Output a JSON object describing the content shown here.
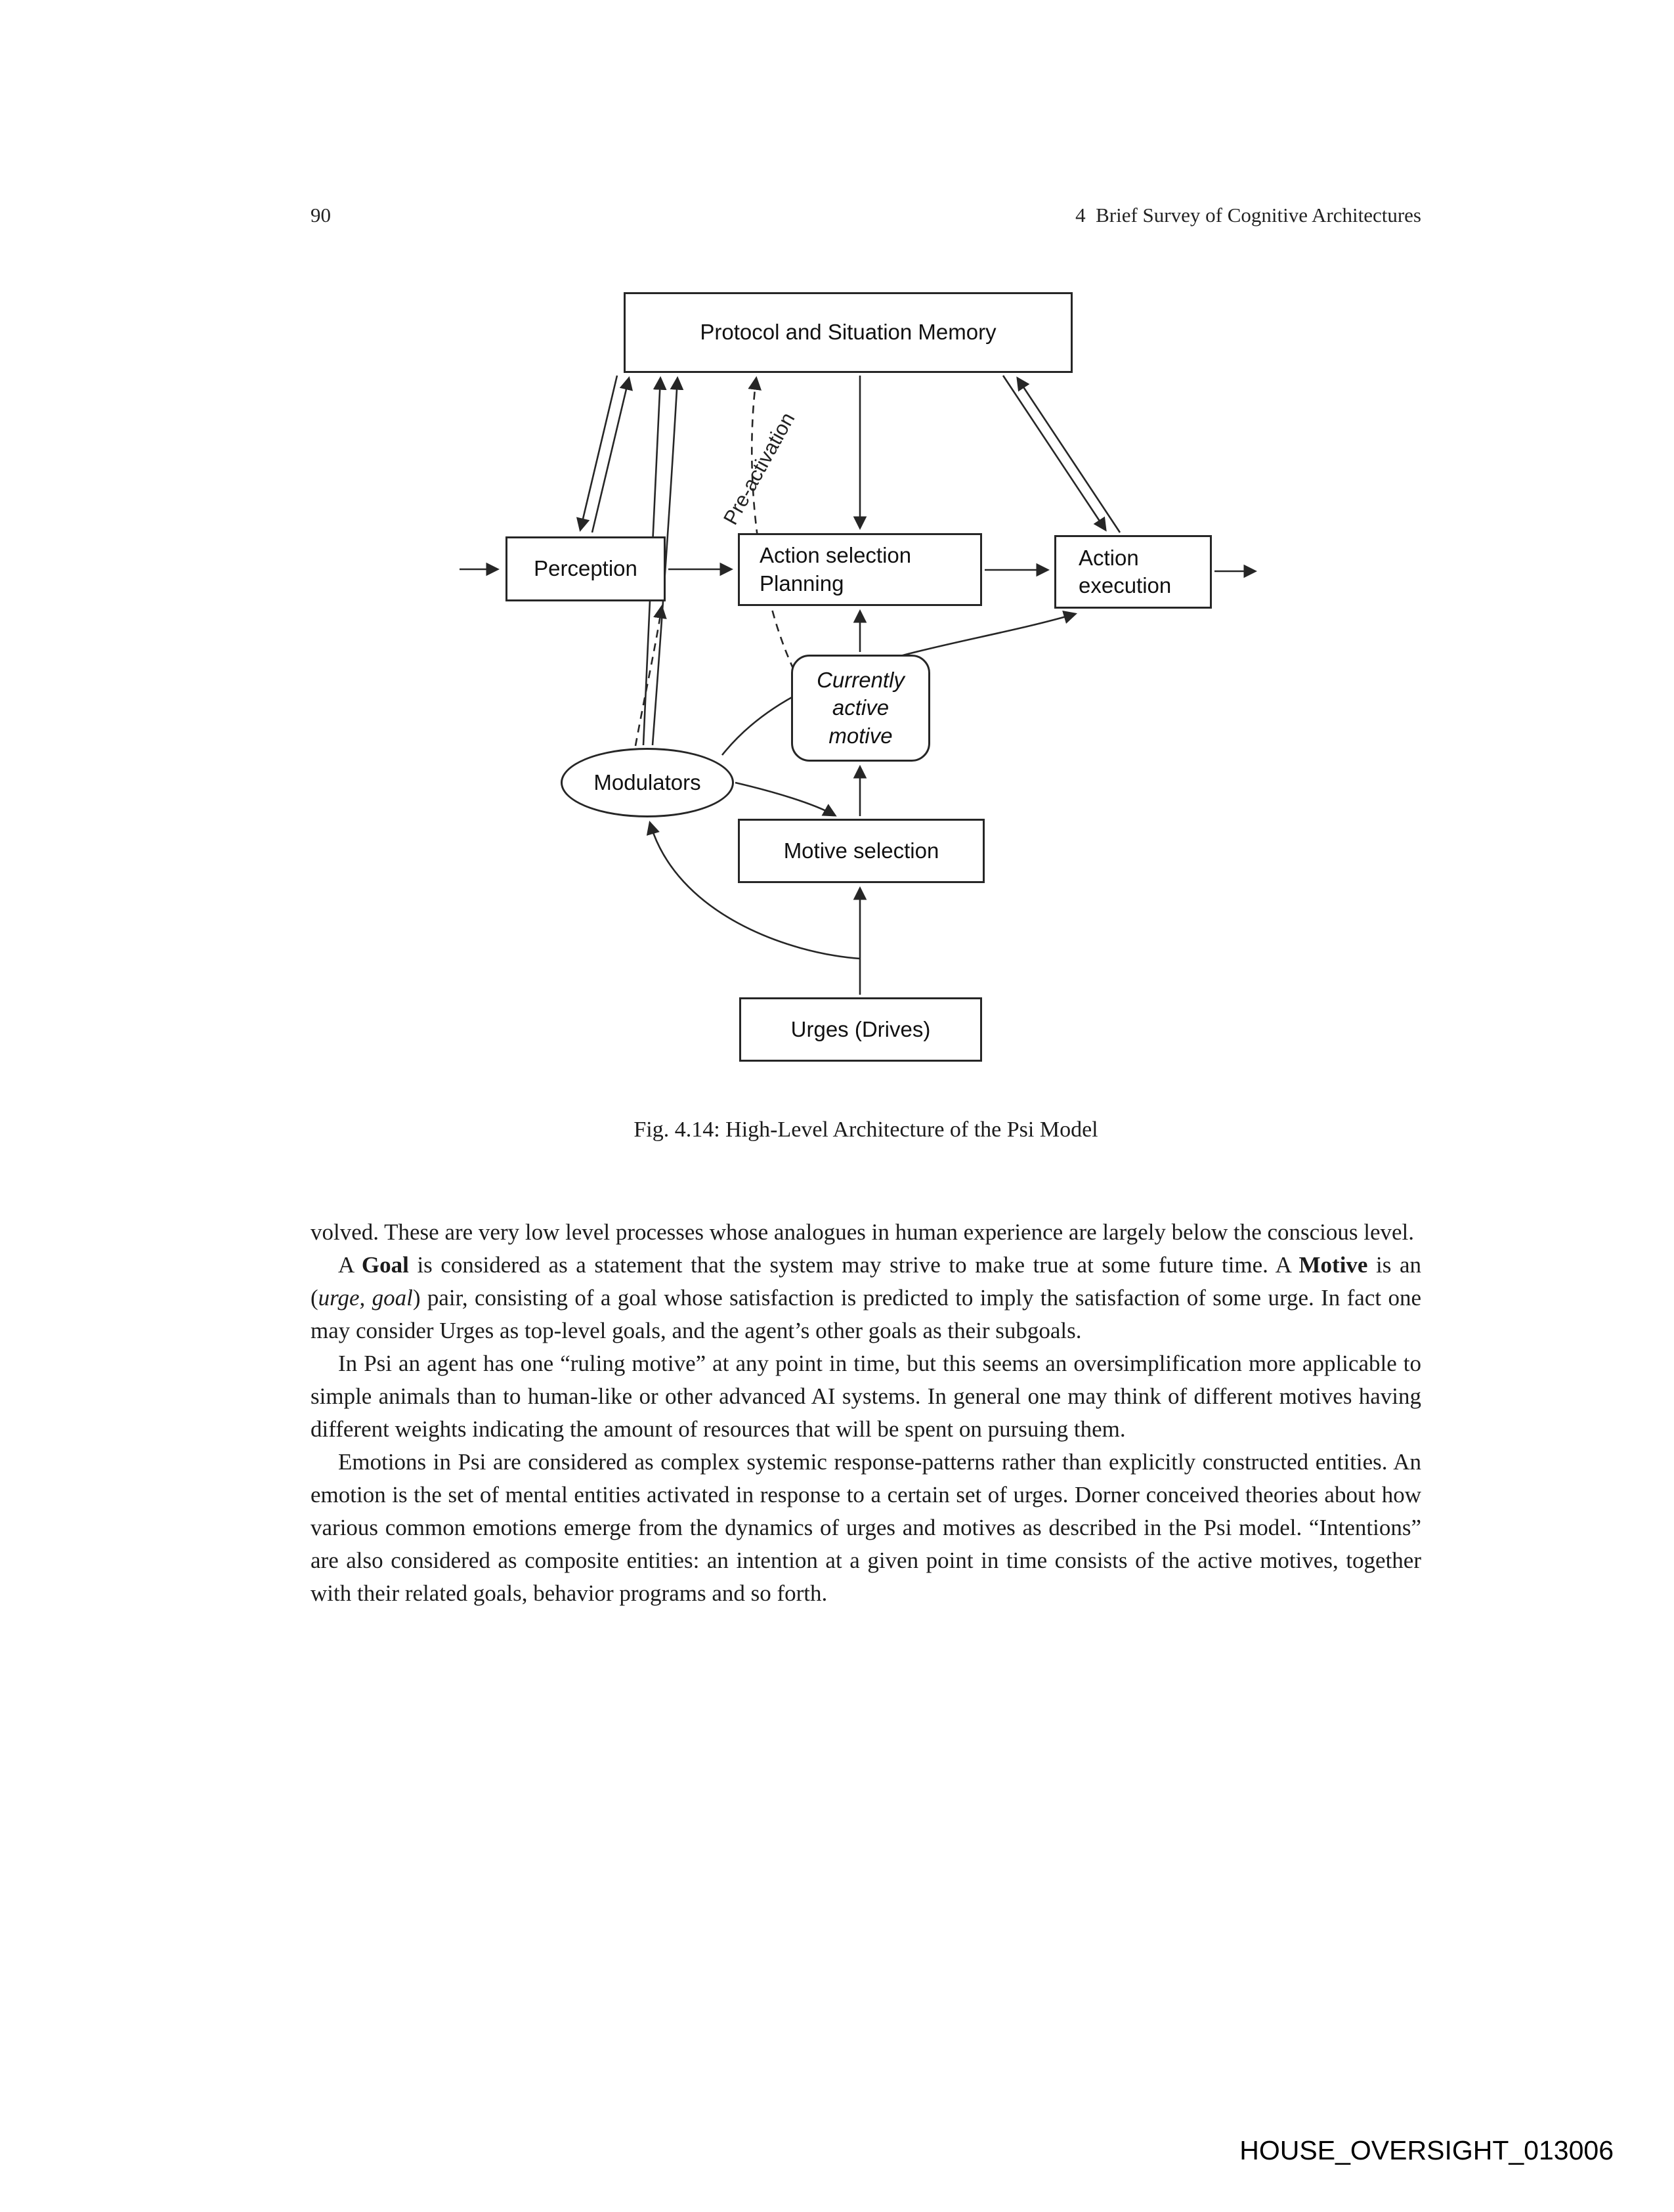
{
  "header": {
    "page_number": "90",
    "running_title": "4  Brief Survey of Cognitive Architectures"
  },
  "figure": {
    "caption": "Fig. 4.14: High-Level Architecture of the Psi Model",
    "nodes": {
      "protocol_memory": "Protocol and Situation Memory",
      "perception": "Perception",
      "action_selection": [
        "Action selection",
        "Planning"
      ],
      "action_execution": [
        "Action",
        "execution"
      ],
      "currently_active_motive": [
        "Currently",
        "active",
        "motive"
      ],
      "modulators": "Modulators",
      "motive_selection": "Motive selection",
      "urges": "Urges (Drives)"
    },
    "labels": {
      "preactivation": "Pre-activation"
    }
  },
  "body": {
    "paragraphs": [
      {
        "segments": [
          {
            "t": "volved. These are very low level processes whose analogues in human experience are largely below the conscious level.",
            "s": ""
          }
        ]
      },
      {
        "segments": [
          {
            "t": "A ",
            "s": ""
          },
          {
            "t": "Goal",
            "s": "b"
          },
          {
            "t": " is considered as a statement that the system may strive to make true at some future time. A ",
            "s": ""
          },
          {
            "t": "Motive",
            "s": "b"
          },
          {
            "t": " is an (",
            "s": ""
          },
          {
            "t": "urge, goal",
            "s": "i"
          },
          {
            "t": ") pair, consisting of a goal whose satisfaction is predicted to imply the satisfaction of some urge. In fact one may consider Urges as top-level goals, and the agent’s other goals as their subgoals.",
            "s": ""
          }
        ]
      },
      {
        "segments": [
          {
            "t": "In Psi an agent has one “ruling motive” at any point in time, but this seems an oversimplification more applicable to simple animals than to human-like or other advanced AI systems. In general one may think of different motives having different weights indicating the amount of resources that will be spent on pursuing them.",
            "s": ""
          }
        ]
      },
      {
        "segments": [
          {
            "t": "Emotions in Psi are considered as complex systemic response-patterns rather than explicitly constructed entities. An emotion is the set of mental entities activated in response to a certain set of urges. Dorner conceived theories about how various common emotions emerge from the dynamics of urges and motives as described in the Psi model. “Intentions” are also considered as composite entities: an intention at a given point in time consists of the active motives, together with their related goals, behavior programs and so forth.",
            "s": ""
          }
        ]
      }
    ]
  },
  "watermark": "HOUSE_OVERSIGHT_013006"
}
